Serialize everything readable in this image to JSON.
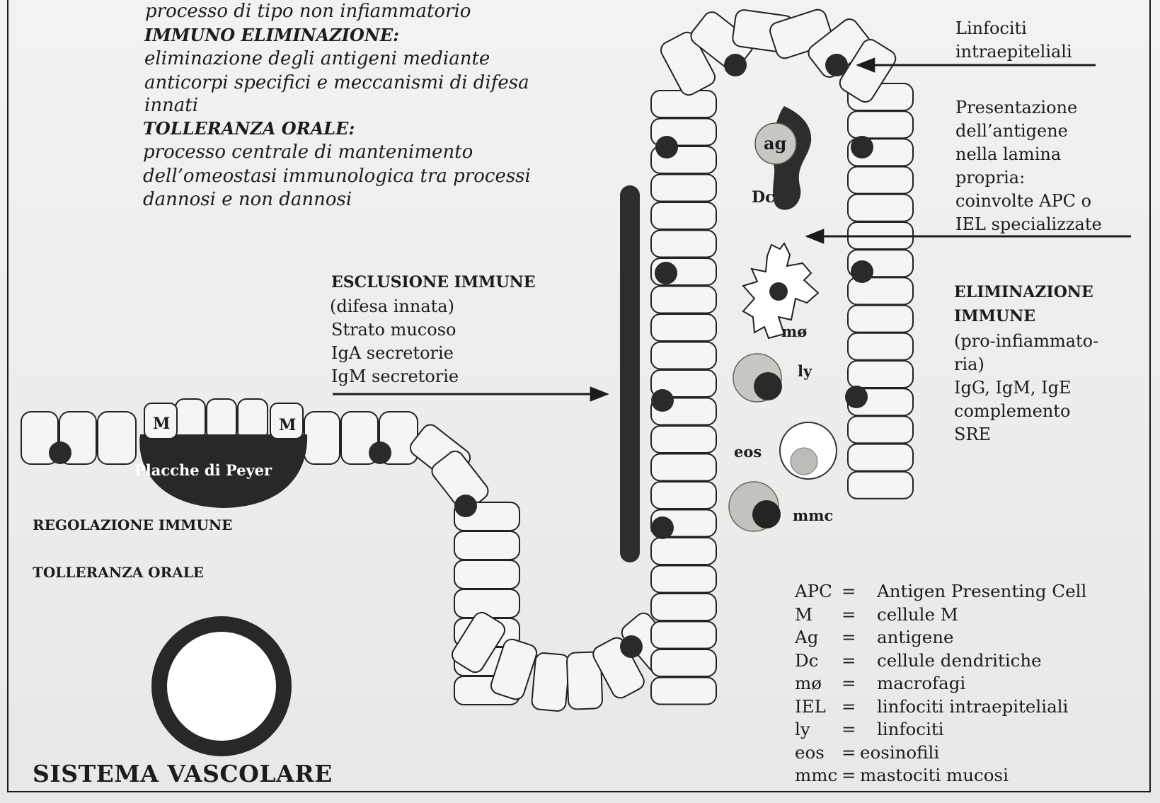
{
  "top_text": {
    "line1": "processo di tipo non infiammatorio",
    "immuno_title": "IMMUNO ELIMINAZIONE:",
    "immuno_l1": "eliminazione degli antigeni mediante",
    "immuno_l2": "anticorpi specifici e meccanismi di difesa",
    "immuno_l3": "innati",
    "tolleranza_title": "TOLLERANZA ORALE:",
    "tolleranza_l1": "processo centrale di mantenimento",
    "tolleranza_l2": "dell’omeostasi immunologica tra processi",
    "tolleranza_l3": "dannosi e non dannosi"
  },
  "right_text": {
    "linfociti_l1": "Linfociti",
    "linfociti_l2": "intraepiteliali",
    "presentazione": [
      "Presentazione",
      "dell’antigene",
      "nella lamina",
      "propria:",
      "coinvolte APC o",
      "IEL specializzate"
    ],
    "elim_title_l1": "ELIMINAZIONE",
    "elim_title_l2": "IMMUNE",
    "elim_body": [
      "(pro-infiammato-",
      "ria)",
      "IgG, IgM, IgE",
      "complemento",
      "SRE"
    ]
  },
  "esclusione": {
    "title": "ESCLUSIONE IMMUNE",
    "lines": [
      "(difesa innata)",
      "Strato mucoso",
      "IgA secretorie",
      "IgM secretorie"
    ]
  },
  "left_text": {
    "m_left": "M",
    "m_right": "M",
    "peyer": "Placche di Peyer",
    "regolazione": "REGOLAZIONE IMMUNE",
    "tolleranza": "TOLLERANZA ORALE",
    "sistema": "SISTEMA VASCOLARE"
  },
  "cell_labels": {
    "ag": "ag",
    "dc": "Dc",
    "macrophage": "mø",
    "ly": "ly",
    "eos": "eos",
    "mmc": "mmc"
  },
  "legend": [
    {
      "abbr": "APC",
      "eq": "=",
      "text": "Antigen Presenting Cell"
    },
    {
      "abbr": "M",
      "eq": "=",
      "text": "cellule M"
    },
    {
      "abbr": "Ag",
      "eq": "=",
      "text": "antigene"
    },
    {
      "abbr": "Dc",
      "eq": "=",
      "text": "cellule dendritiche"
    },
    {
      "abbr": "mø",
      "eq": "=",
      "text": "macrofagi"
    },
    {
      "abbr": "IEL",
      "eq": "=",
      "text": "linfociti intraepiteliali"
    },
    {
      "abbr": "ly",
      "eq": "=",
      "text": "linfociti"
    },
    {
      "abbr": "eos",
      "eq": "=",
      "text": "eosinofili"
    },
    {
      "abbr": "mmc",
      "eq": "=",
      "text": "mastociti mucosi"
    }
  ],
  "colors": {
    "cell_fill": "#f6f5f3",
    "outline": "#222222",
    "nucleus": "#2c2a28",
    "peyer": "#2a2826",
    "mucus_bar": "#2f2d2b",
    "gray_cell": "#c9c7c4"
  }
}
